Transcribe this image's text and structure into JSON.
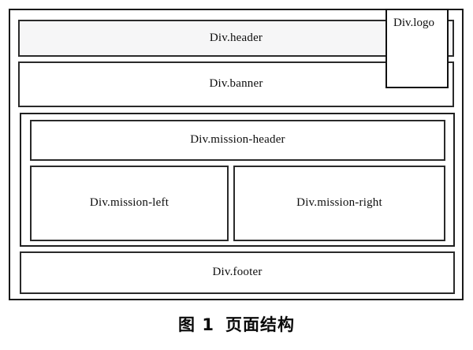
{
  "figure": {
    "caption_label": "图 1",
    "caption_title": "页面结构",
    "colors": {
      "frame_border": "#1a1a1a",
      "box_border": "#2a2a2a",
      "header_fill": "#f6f6f7",
      "page_fill": "#ffffff",
      "text": "#0d0d0d"
    }
  },
  "page": {
    "header": {
      "label": "Div.header"
    },
    "banner": {
      "label": "Div.banner"
    },
    "logo": {
      "label": "Div.logo"
    },
    "mission": {
      "header": {
        "label": "Div.mission-header"
      },
      "left": {
        "label": "Div.mission-left"
      },
      "right": {
        "label": "Div.mission-right"
      }
    },
    "footer": {
      "label": "Div.footer"
    }
  }
}
